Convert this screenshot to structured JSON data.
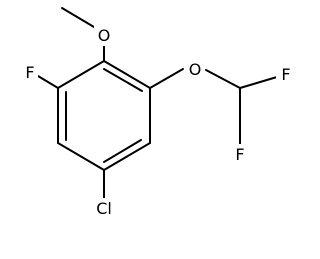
{
  "molecule": {
    "atoms": {
      "oxygen_methoxy": "O",
      "oxygen_ether": "O",
      "fluorine_ring": "F",
      "fluorine_top": "F",
      "fluorine_bottom": "F",
      "chlorine": "Cl"
    }
  }
}
